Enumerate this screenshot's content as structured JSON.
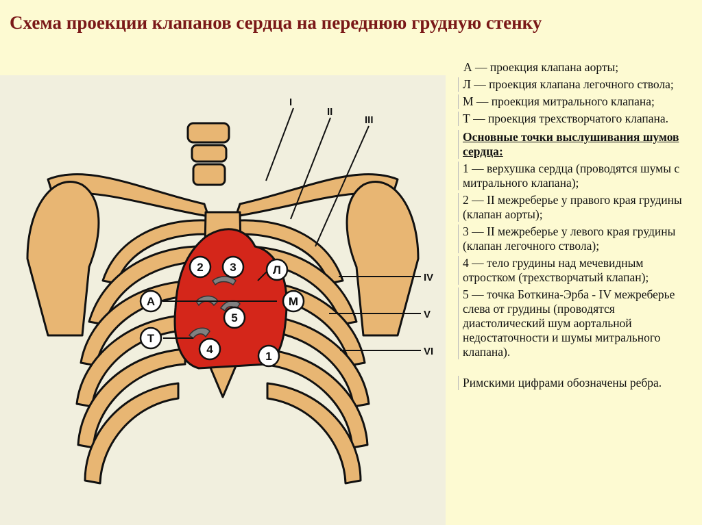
{
  "title": "Схема проекции клапанов сердца на переднюю грудную стенку",
  "legend": {
    "a": "А — проекция клапана аорты;",
    "l": "Л — проекция клапана легочного ствола;",
    "m": "М — проекция митрального клапана;",
    "t": "Т — проекция трехстворчатого клапана.",
    "auscultation_header": "Основные точки выслушивания шумов сердца",
    "p1": "1 — верхушка сердца (проводятся шумы с митрального клапана);",
    "p2": "2 — II межреберье у правого края грудины (клапан аорты);",
    "p3": "3 — II межреберье у левого края грудины (клапан легочного ствола);",
    "p4": "4 — тело грудины над мечевидным отростком (трехстворчатый клапан);",
    "p5": "5 — точка Боткина-Эрба - IV межреберье слева от грудины (проводятся диастолический шум аортальной недостаточности и шумы митрального клапана).",
    "roman_note": "Римскими цифрами обозначены ребра."
  },
  "diagram": {
    "rib_labels": [
      "I",
      "II",
      "III",
      "IV",
      "V",
      "VI"
    ],
    "valve_labels": {
      "aorta": "А",
      "pulmonary": "Л",
      "mitral": "М",
      "tricuspid": "Т"
    },
    "points": [
      "1",
      "2",
      "3",
      "4",
      "5"
    ],
    "colors": {
      "bone": "#e8b673",
      "outline": "#111111",
      "heart": "#d4261a",
      "valve": "#808080",
      "title": "#7a1818"
    }
  }
}
